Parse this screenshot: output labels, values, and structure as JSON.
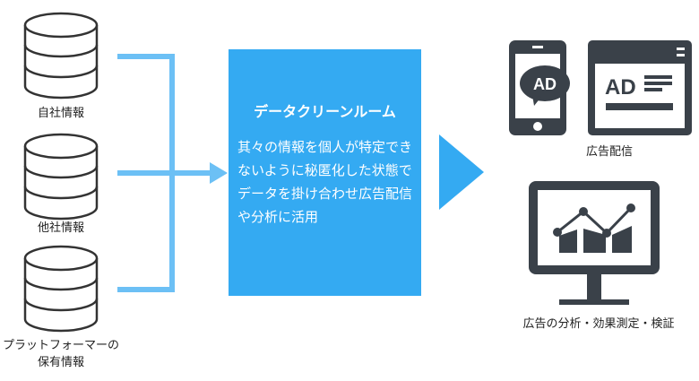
{
  "sources": [
    {
      "label": "自社情報"
    },
    {
      "label": "他社情報"
    },
    {
      "label": "プラットフォーマーの",
      "label2": "保有情報"
    }
  ],
  "cleanroom": {
    "title": "データクリーンルーム",
    "description": "其々の情報を個人が特定できないように秘匿化した状態でデータを掛け合わせ広告配信や分析に活用"
  },
  "outputs": [
    {
      "label": "広告配信",
      "icon_text": "AD"
    },
    {
      "label": "広告の分析・効果測定・検証"
    }
  ],
  "colors": {
    "accent": "#34aaf2",
    "line": "#6cc0f5",
    "icon": "#3a4149"
  }
}
